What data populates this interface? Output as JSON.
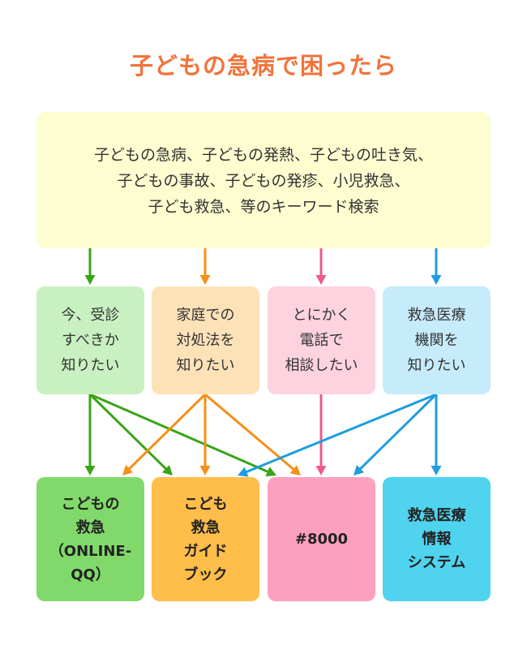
{
  "title": "子どもの急病で困ったら",
  "keywords": {
    "lines": [
      "子どもの急病、子どもの発熱、子どもの吐き気、",
      "子どもの事故、子どもの発疹、小児救急、",
      "子ども救急、等のキーワード検索"
    ]
  },
  "questions": [
    {
      "lines": [
        "今、受診",
        "すべきか",
        "知りたい"
      ],
      "color": "#c9f0c1",
      "arrow_color": "#3aa317"
    },
    {
      "lines": [
        "家庭での",
        "対処法を",
        "知りたい"
      ],
      "color": "#fde2b8",
      "arrow_color": "#f58f16"
    },
    {
      "lines": [
        "とにかく",
        "電話で",
        "相談したい"
      ],
      "color": "#fdd3df",
      "arrow_color": "#ef5a8c"
    },
    {
      "lines": [
        "救急医療",
        "機関を",
        "知りたい"
      ],
      "color": "#c6ecfb",
      "arrow_color": "#1e9de0"
    }
  ],
  "resources": [
    {
      "lines": [
        "こどもの",
        "救急",
        "（ONLINE-",
        "QQ）"
      ],
      "color": "#82d96b"
    },
    {
      "lines": [
        "こども",
        "救急",
        "ガイド",
        "ブック"
      ],
      "color": "#ffbd4a"
    },
    {
      "lines": [
        "#8000"
      ],
      "color": "#fda0bf"
    },
    {
      "lines": [
        "救急医療",
        "情報",
        "システム"
      ],
      "color": "#4fd3ee"
    }
  ],
  "links": [
    {
      "from": 0,
      "to": 0
    },
    {
      "from": 0,
      "to": 1
    },
    {
      "from": 0,
      "to": 2
    },
    {
      "from": 1,
      "to": 0
    },
    {
      "from": 1,
      "to": 1
    },
    {
      "from": 1,
      "to": 2
    },
    {
      "from": 2,
      "to": 2
    },
    {
      "from": 3,
      "to": 1
    },
    {
      "from": 3,
      "to": 2
    },
    {
      "from": 3,
      "to": 3
    }
  ],
  "colors": {
    "title": "#f2733a",
    "keywords_bg": "#fdfdd0"
  }
}
